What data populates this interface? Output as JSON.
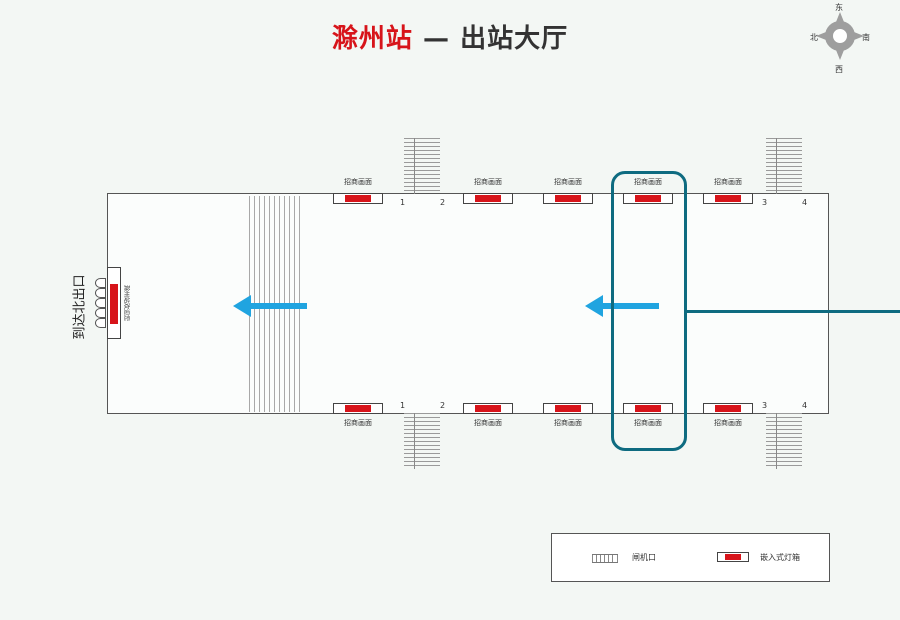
{
  "title": {
    "station": "滁州站",
    "separator": "—",
    "area": "出站大厅"
  },
  "compass": {
    "north": "北",
    "south": "南",
    "east": "东",
    "west": "西"
  },
  "lightbox_label": "招商画面",
  "gate_numbers": [
    "1",
    "2",
    "3",
    "4"
  ],
  "exit": {
    "name": "到达北出口",
    "panel_text": "滁州站欢迎您"
  },
  "legend": {
    "gate": "闸机口",
    "lightbox": "嵌入式灯箱"
  },
  "colors": {
    "lightbox_core": "#d7141a",
    "arrow": "#20a4e0",
    "highlight": "#0e6b80"
  },
  "icons": {
    "direction": "arrow-left-icon",
    "compass": "compass-icon"
  }
}
